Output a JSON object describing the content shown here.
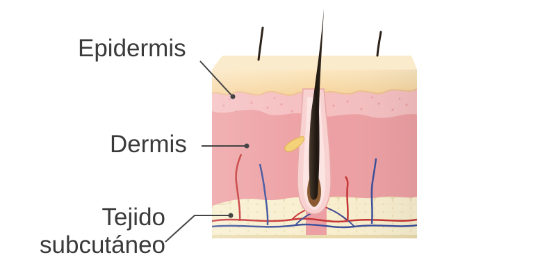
{
  "labels": {
    "epidermis": "Epidermis",
    "dermis": "Dermis",
    "subcutaneous_line1": "Tejido",
    "subcutaneous_line2": "subcutáneo"
  },
  "colors": {
    "epidermis": "#f8d9a5",
    "dermis_top": "#f4b9ba",
    "dermis": "#eda0a3",
    "fat": "#f5e8c3",
    "hair": "#2b2118",
    "artery": "#c43333",
    "vein": "#3c4f9a",
    "label_text": "#3a3a3a"
  }
}
